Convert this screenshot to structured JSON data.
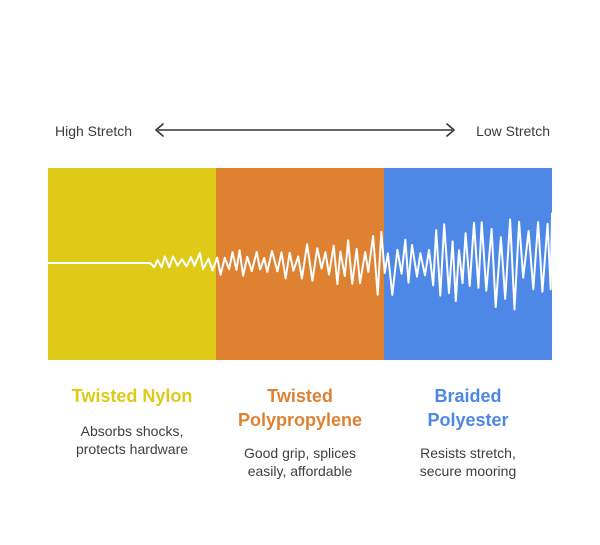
{
  "scale": {
    "left_label": "High Stretch",
    "right_label": "Low Stretch"
  },
  "colors": {
    "nylon": "#dfca18",
    "polypropylene": "#de8232",
    "polyester": "#4d88e6",
    "wave": "#ffffff",
    "arrow": "#333333"
  },
  "columns": [
    {
      "title": "Twisted Nylon",
      "description": "Absorbs shocks, protects hardware"
    },
    {
      "title": "Twisted Polypropylene",
      "description": "Good grip, splices easily, affordable"
    },
    {
      "title": "Braided Polyester",
      "description": "Resists stretch, secure mooring"
    }
  ]
}
